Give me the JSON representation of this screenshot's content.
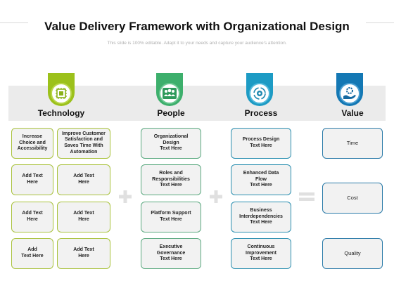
{
  "title": "Value Delivery Framework with Organizational Design",
  "subtitle": "This slide is 100% editable. Adapt it to your needs and capture your audience's attention.",
  "colors": {
    "technology": "#9cc11b",
    "people": "#3daf6c",
    "process": "#1d9bc4",
    "value": "#1478b4",
    "band": "#ebebeb",
    "operator": "#e0e0e0"
  },
  "columns": {
    "technology": {
      "label": "Technology",
      "icon": "chip-icon",
      "items": [
        "Increase\nChoice and\nAccessibility",
        "Improve Customer\nSatisfaction and\nSaves Time With\nAutomation",
        "Add Text\nHere",
        "Add Text\nHere",
        "Add Text\nHere",
        "Add Text\nHere",
        "Add\nText Here",
        "Add Text\nHere"
      ]
    },
    "people": {
      "label": "People",
      "icon": "team-icon",
      "items": [
        "Organizational\nDesign\nText Here",
        "Roles and\nResponsibilities\nText Here",
        "Platform Support\nText Here",
        "Executive\nGovernance\nText Here"
      ]
    },
    "process": {
      "label": "Process",
      "icon": "gear-cycle-icon",
      "items": [
        "Process Design\nText Here",
        "Enhanced Data\nFlow\nText Here",
        "Business\nInterdependencies\nText Here",
        "Continuous\nImprovement\nText Here"
      ]
    },
    "value": {
      "label": "Value",
      "icon": "hand-gear-icon",
      "items": [
        "Time",
        "Cost",
        "Quality"
      ]
    }
  },
  "operators": [
    "plus-icon",
    "plus-icon",
    "equals-icon"
  ]
}
